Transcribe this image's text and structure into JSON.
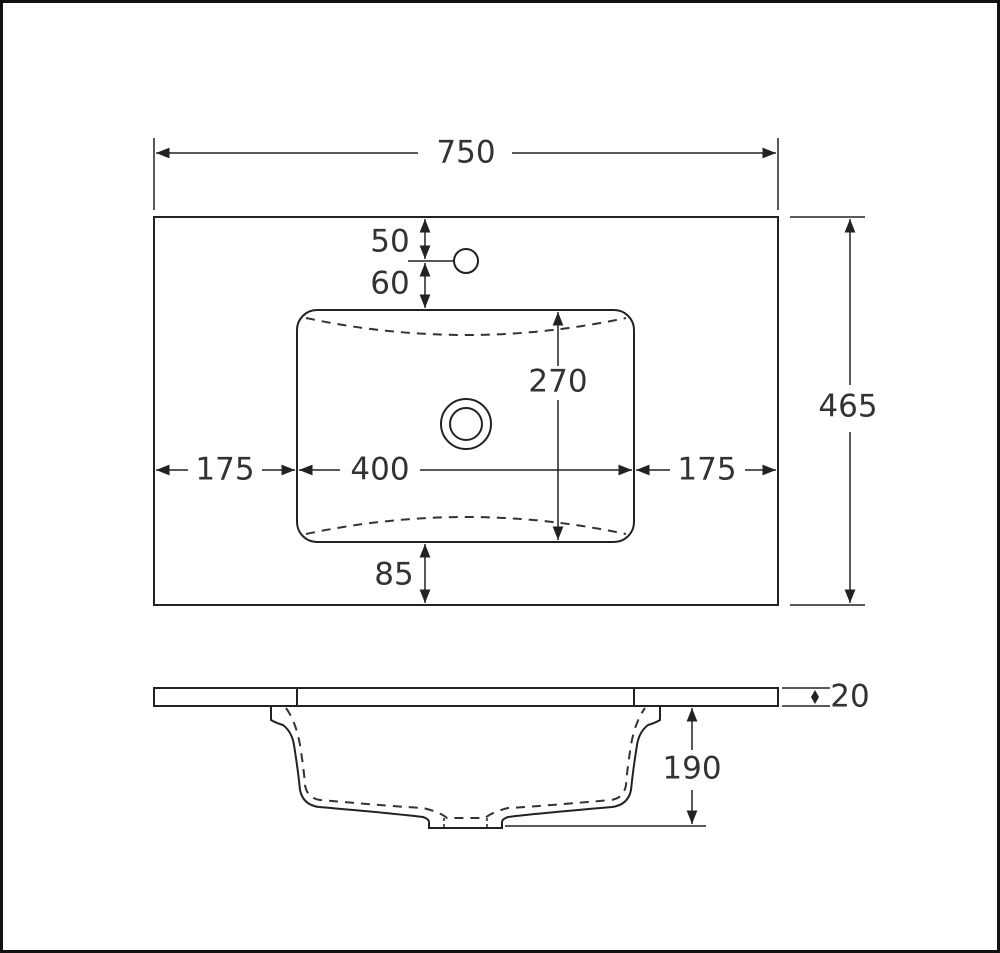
{
  "title": "",
  "top_view": {
    "overall_width": "750",
    "overall_depth": "465",
    "tap_from_back": "50",
    "tap_to_bowl": "60",
    "bowl_depth": "270",
    "left_margin": "175",
    "bowl_width": "400",
    "right_margin": "175",
    "front_margin": "85"
  },
  "side_view": {
    "slab_thickness": "20",
    "bowl_height": "190"
  }
}
